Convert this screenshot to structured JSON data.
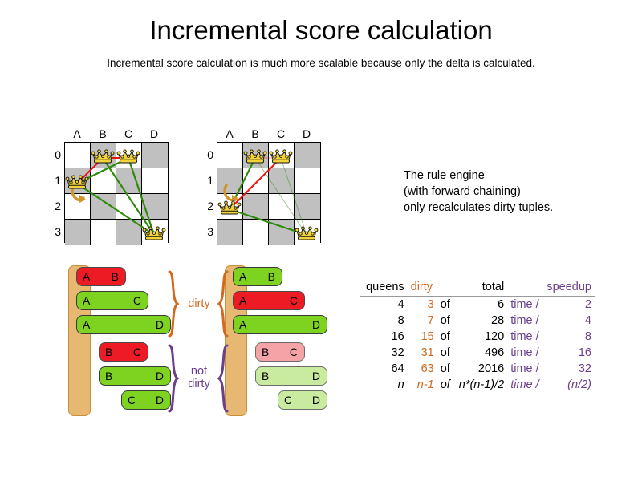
{
  "title": "Incremental score calculation",
  "subtitle": "Incremental score calculation is much more scalable because only the delta is calculated.",
  "annotation": "The rule engine\n(with forward chaining)\nonly recalculates dirty tuples.",
  "colors": {
    "red": "#ed1c24",
    "green": "#7ed321",
    "red_pale": "#f4a3a6",
    "green_pale": "#c9eba0",
    "spine": "#e6b872",
    "dirty_orange": "#d2691e",
    "speedup_purple": "#6b3f8c",
    "board_dark": "#c0c0c0",
    "board_light": "#ffffff",
    "line_green": "#2e8b0b",
    "line_red": "#ee1111",
    "arrow_gold": "#d2952b"
  },
  "boards": [
    {
      "name": "before-board",
      "column_labels": [
        "A",
        "B",
        "C",
        "D"
      ],
      "row_labels": [
        "0",
        "1",
        "2",
        "3"
      ],
      "queens": [
        {
          "col": 1,
          "row": 0,
          "label": "B0"
        },
        {
          "col": 2,
          "row": 0,
          "label": "C0"
        },
        {
          "col": 0,
          "row": 1,
          "label": "A1"
        },
        {
          "col": 3,
          "row": 3,
          "label": "D3"
        }
      ],
      "conflict_lines": [
        {
          "from": "B0",
          "to": "C0",
          "color": "red"
        },
        {
          "from": "B0",
          "to": "A1",
          "color": "red"
        },
        {
          "from": "C0",
          "to": "A1",
          "color": "green"
        },
        {
          "from": "B0",
          "to": "D3",
          "color": "green"
        },
        {
          "from": "C0",
          "to": "D3",
          "color": "green"
        },
        {
          "from": "A1",
          "to": "D3",
          "color": "green"
        }
      ],
      "move_arrow": {
        "from": "A1",
        "to": "A2",
        "color": "gold"
      }
    },
    {
      "name": "after-board",
      "column_labels": [
        "A",
        "B",
        "C",
        "D"
      ],
      "row_labels": [
        "0",
        "1",
        "2",
        "3"
      ],
      "queens": [
        {
          "col": 1,
          "row": 0,
          "label": "B0"
        },
        {
          "col": 2,
          "row": 0,
          "label": "C0"
        },
        {
          "col": 0,
          "row": 2,
          "label": "A2"
        },
        {
          "col": 3,
          "row": 3,
          "label": "D3"
        }
      ],
      "conflict_lines": [
        {
          "from": "B0",
          "to": "C0",
          "color": "red-faded"
        },
        {
          "from": "B0",
          "to": "A2",
          "color": "green"
        },
        {
          "from": "C0",
          "to": "A2",
          "color": "red"
        },
        {
          "from": "B0",
          "to": "D3",
          "color": "green-faded"
        },
        {
          "from": "C0",
          "to": "D3",
          "color": "green-faded"
        },
        {
          "from": "A2",
          "to": "D3",
          "color": "green"
        }
      ],
      "move_arrow": {
        "from": "A1",
        "to": "A2",
        "color": "gold"
      }
    }
  ],
  "pill_groups": [
    {
      "name": "before-tuples",
      "pills": [
        {
          "left": "A",
          "right": "B",
          "style": "red",
          "width": 62
        },
        {
          "left": "A",
          "right": "C",
          "style": "green",
          "width": 90
        },
        {
          "left": "A",
          "right": "D",
          "style": "green",
          "width": 118
        },
        {
          "left": "B",
          "right": "C",
          "style": "red",
          "width": 62
        },
        {
          "left": "B",
          "right": "D",
          "style": "green",
          "width": 90
        },
        {
          "left": "C",
          "right": "D",
          "style": "green",
          "width": 62
        }
      ]
    },
    {
      "name": "after-tuples",
      "pills": [
        {
          "left": "A",
          "right": "B",
          "style": "green",
          "width": 62
        },
        {
          "left": "A",
          "right": "C",
          "style": "red",
          "width": 90
        },
        {
          "left": "A",
          "right": "D",
          "style": "green",
          "width": 118
        },
        {
          "left": "B",
          "right": "C",
          "style": "redpale",
          "width": 62
        },
        {
          "left": "B",
          "right": "D",
          "style": "greenpale",
          "width": 90
        },
        {
          "left": "C",
          "right": "D",
          "style": "greenpale",
          "width": 62
        }
      ]
    }
  ],
  "braces": {
    "dirty_label": "dirty",
    "not_dirty_label_line1": "not",
    "not_dirty_label_line2": "dirty"
  },
  "table": {
    "headers": {
      "queens": "queens",
      "dirty": "dirty",
      "of": "",
      "total": "total",
      "time": "",
      "speedup": "speedup"
    },
    "rows": [
      {
        "queens": "4",
        "dirty": "3",
        "of": "of",
        "total": "6",
        "time": "time /",
        "speedup": "2",
        "symbolic": false
      },
      {
        "queens": "8",
        "dirty": "7",
        "of": "of",
        "total": "28",
        "time": "time /",
        "speedup": "4",
        "symbolic": false
      },
      {
        "queens": "16",
        "dirty": "15",
        "of": "of",
        "total": "120",
        "time": "time /",
        "speedup": "8",
        "symbolic": false
      },
      {
        "queens": "32",
        "dirty": "31",
        "of": "of",
        "total": "496",
        "time": "time /",
        "speedup": "16",
        "symbolic": false
      },
      {
        "queens": "64",
        "dirty": "63",
        "of": "of",
        "total": "2016",
        "time": "time /",
        "speedup": "32",
        "symbolic": false
      },
      {
        "queens": "n",
        "dirty": "n-1",
        "of": "of",
        "total": "n*(n-1)/2",
        "time": "time /",
        "speedup": "(n/2)",
        "symbolic": true
      }
    ]
  }
}
